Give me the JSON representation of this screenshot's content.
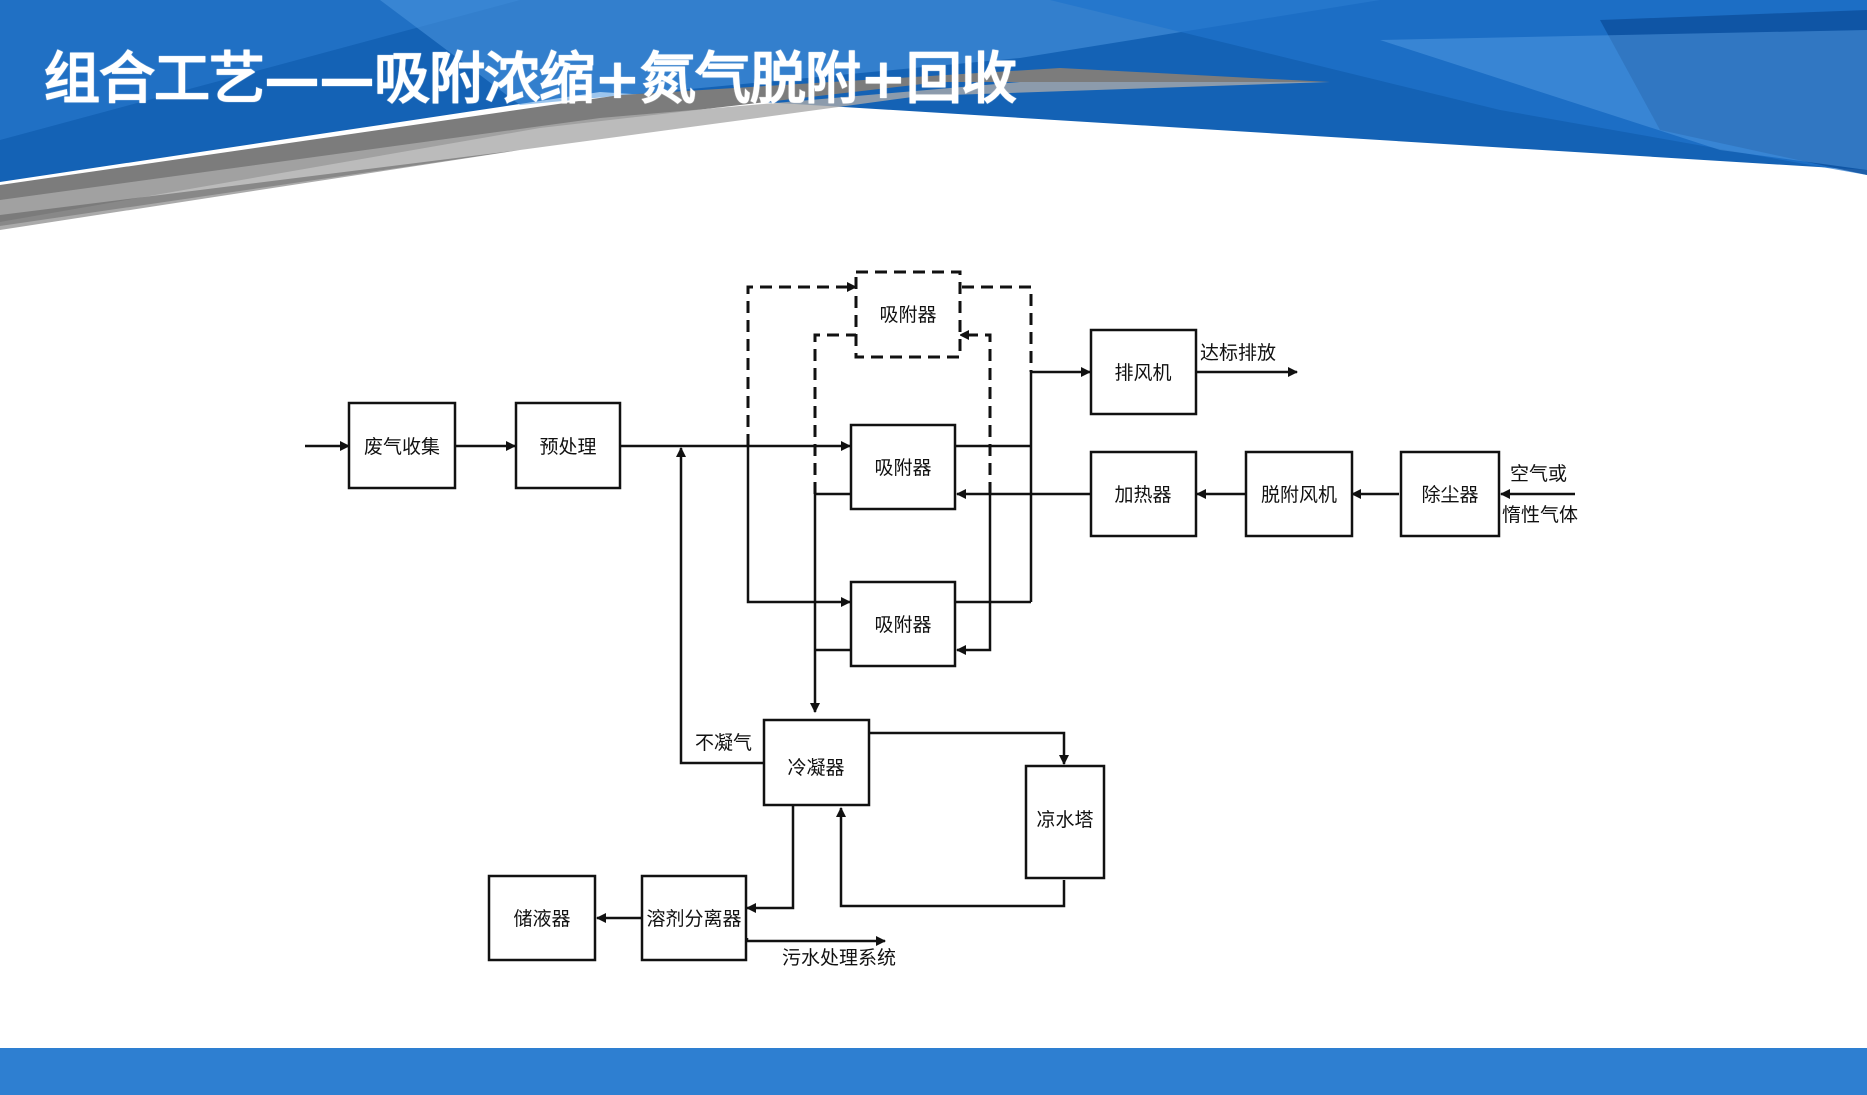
{
  "slide": {
    "title": "组合工艺——吸附浓缩+氮气脱附+回收",
    "theme": {
      "banner_dark": "#0f5cab",
      "banner_light": "#3b8ad9",
      "footer": "#2e7fd1",
      "title_text": "#ffffff"
    }
  },
  "diagram": {
    "nodes": {
      "waste_gas_collection": "废气收集",
      "pretreatment": "预处理",
      "adsorber_standby": "吸附器",
      "adsorber_1": "吸附器",
      "adsorber_2": "吸附器",
      "exhaust_fan": "排风机",
      "heater": "加热器",
      "desorption_fan": "脱附风机",
      "dust_remover": "除尘器",
      "condenser": "冷凝器",
      "cooling_tower": "凉水塔",
      "solvent_separator": "溶剂分离器",
      "liquid_storage": "储液器"
    },
    "labels": {
      "emission": "达标排放",
      "air_or": "空气或",
      "inert_gas": "惰性气体",
      "noncondensable": "不凝气",
      "wastewater": "污水处理系统"
    }
  }
}
